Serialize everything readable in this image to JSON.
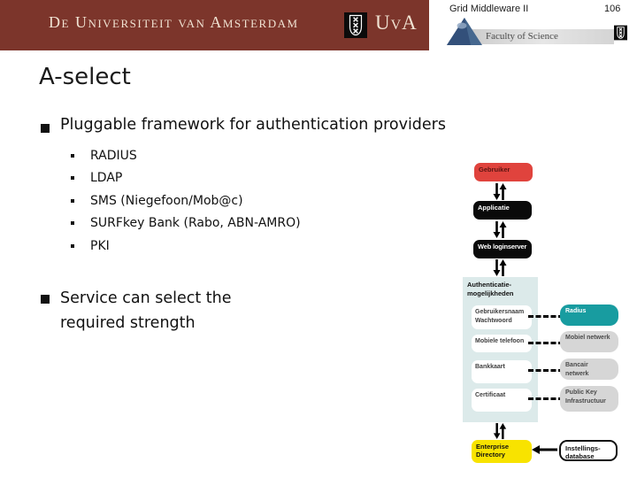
{
  "header": {
    "university_name": "De Universiteit van Amsterdam",
    "uva_abbrev": "UvA",
    "course_title": "Grid Middleware II",
    "page_number": "106",
    "faculty_name": "Faculty of Science"
  },
  "slide": {
    "title": "A-select",
    "bullet1": "Pluggable framework for authentication providers",
    "sub_items": [
      "RADIUS",
      "LDAP",
      "SMS (Niegefoon/Mob@c)",
      "SURFkey Bank (Rabo, ABN-AMRO)",
      "PKI"
    ],
    "bullet2": "Service can select the required strength"
  },
  "diagram": {
    "nodes": {
      "user": "Gebruiker",
      "application": "Applicatie",
      "web_login_server": "Web loginserver",
      "auth_container": "Authenticatie-mogelijkheden",
      "enterprise_directory": "Enterprise Directory",
      "institution_database": "Instellings-database"
    },
    "auth_methods": [
      "Gebruikersnaam Wachtwoord",
      "Mobiele telefoon",
      "Bankkaart",
      "Certificaat"
    ],
    "auth_backends": [
      "Radius",
      "Mobiel netwerk",
      "Bancair netwerk",
      "Public Key Infrastructuur"
    ]
  },
  "colors": {
    "banner_red": "#7C352B",
    "banner_text": "#F0E2D2",
    "node_red": "#E0433D",
    "node_black": "#0A0A0A",
    "node_teal": "#189CA0",
    "node_yellow": "#F8E300",
    "node_gray": "#D6D6D6",
    "container_bg": "#DCEAEA"
  }
}
